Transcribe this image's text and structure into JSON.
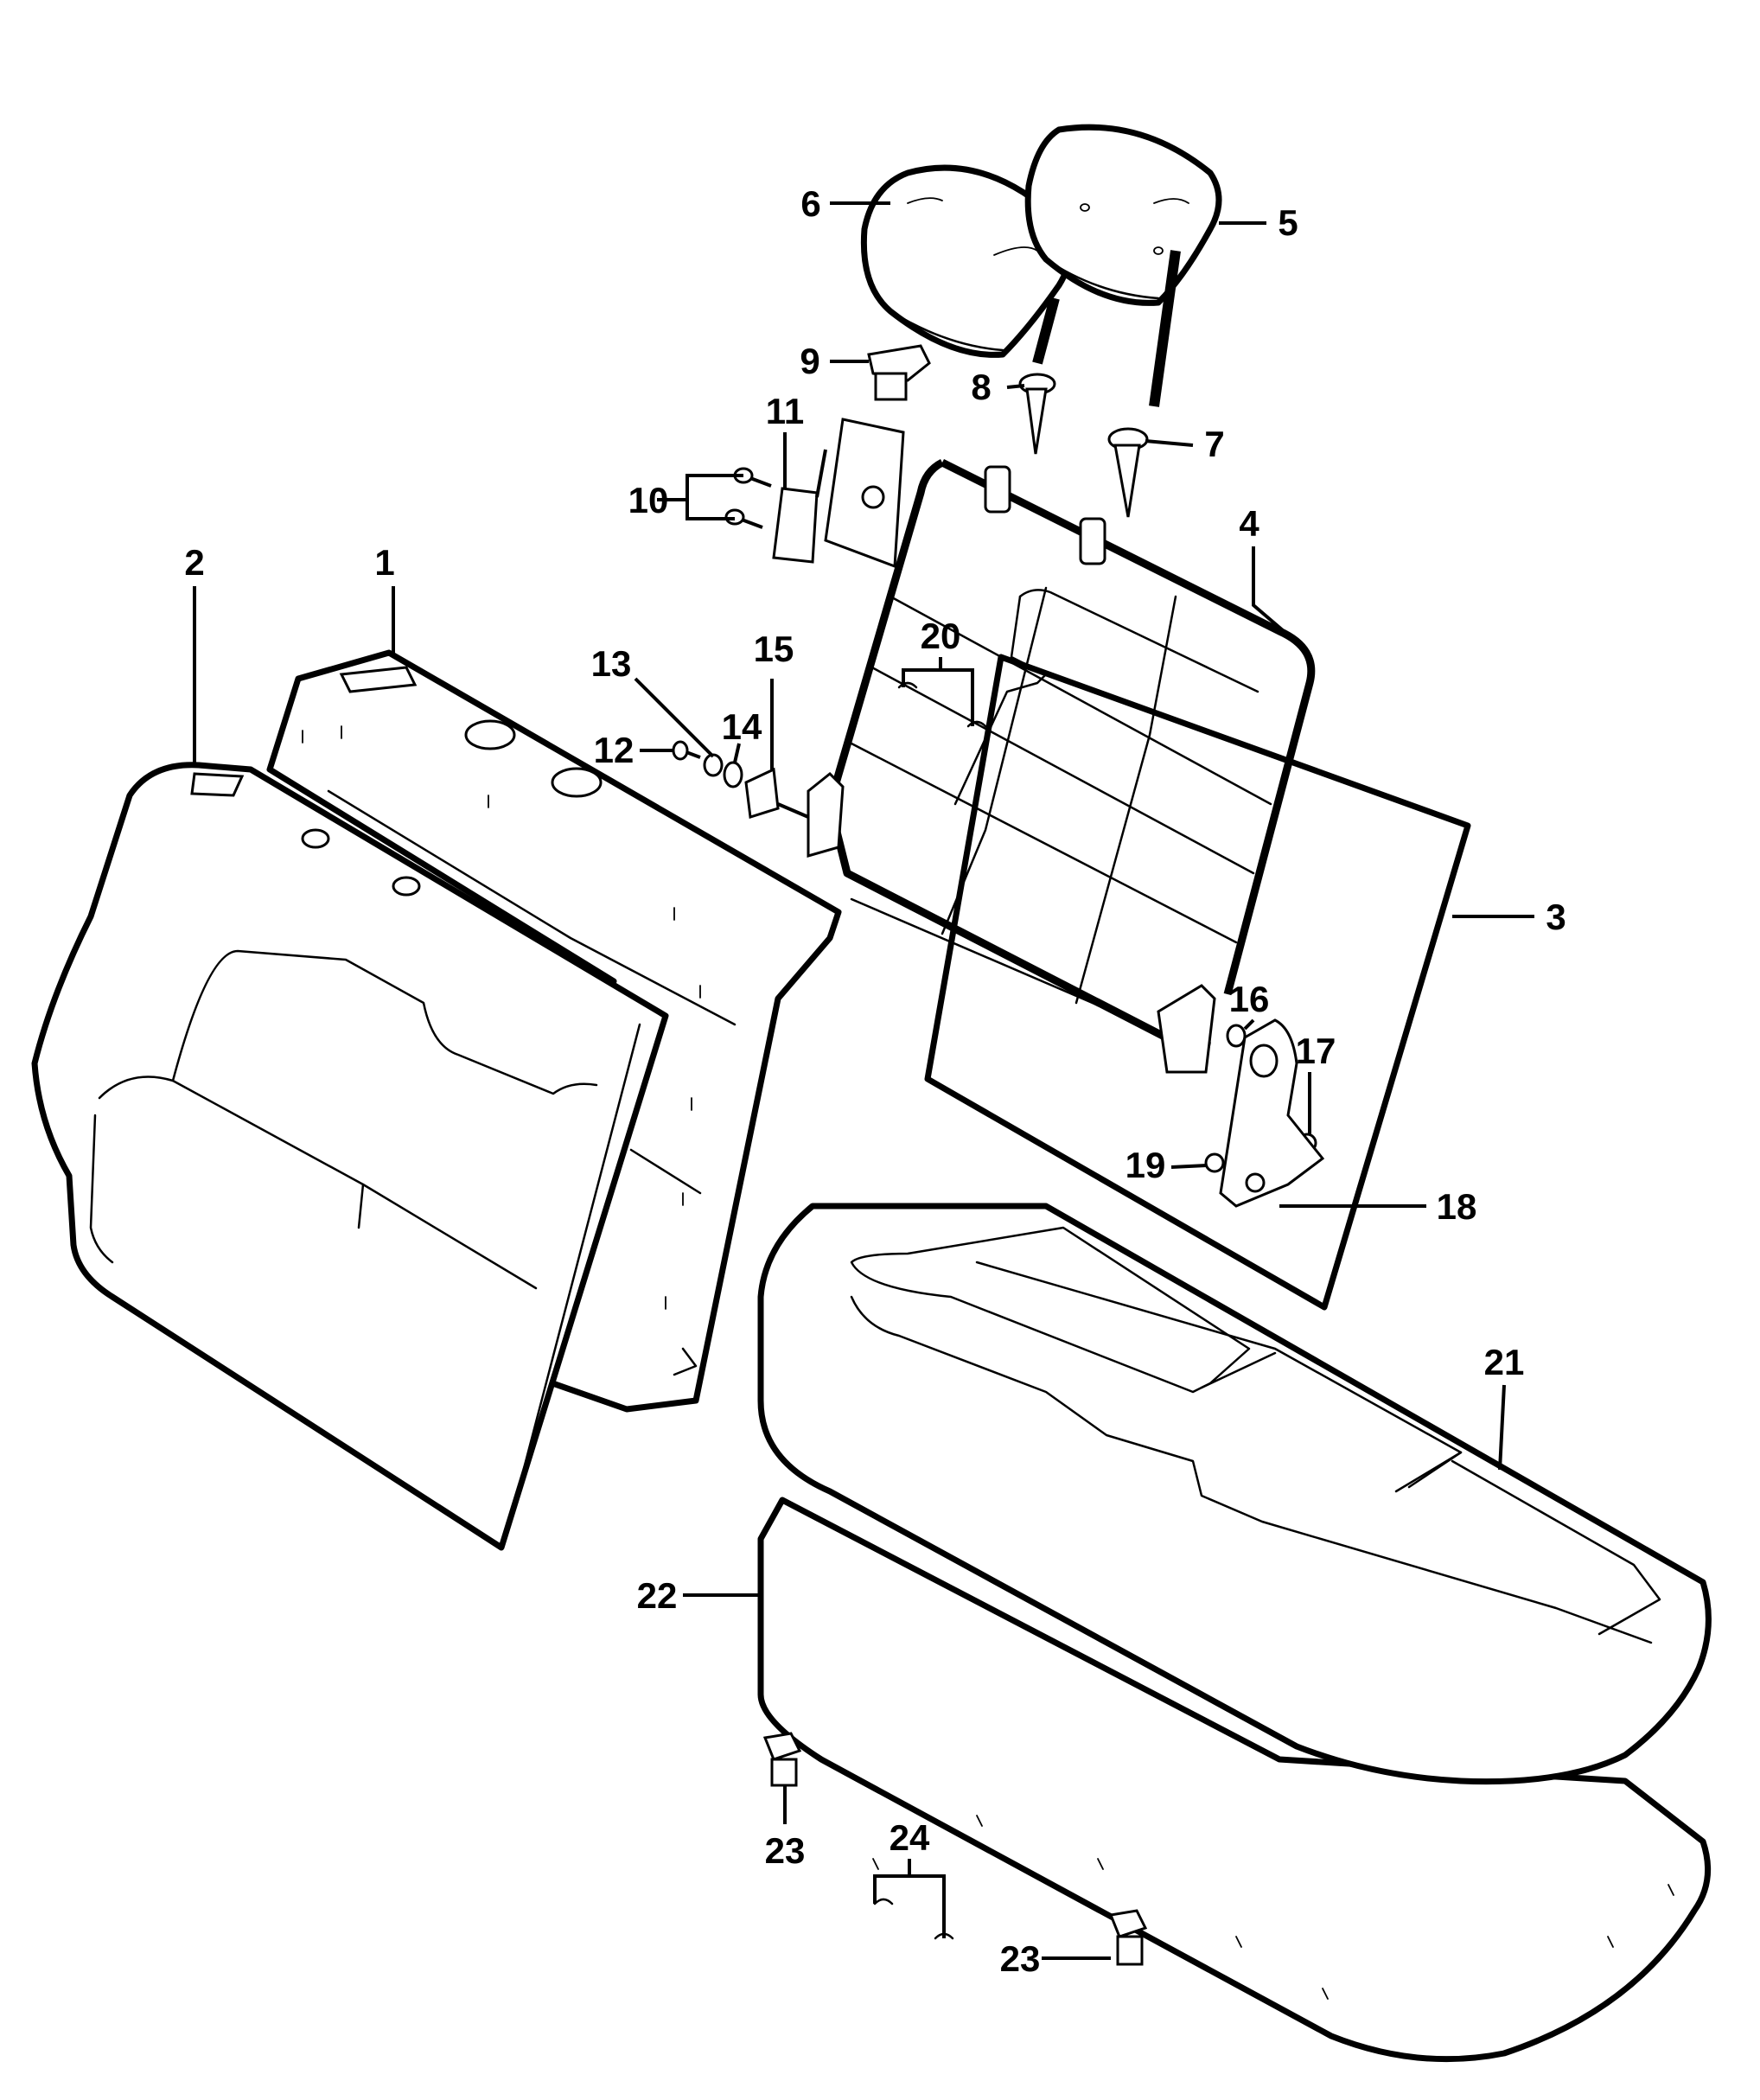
{
  "callouts": [
    "1",
    "2",
    "3",
    "4",
    "5",
    "6",
    "7",
    "8",
    "9",
    "10",
    "11",
    "12",
    "13",
    "14",
    "15",
    "16",
    "17",
    "18",
    "19",
    "20",
    "21",
    "22",
    "23",
    "24"
  ],
  "colors": {
    "line": "#000000",
    "background": "#ffffff"
  }
}
